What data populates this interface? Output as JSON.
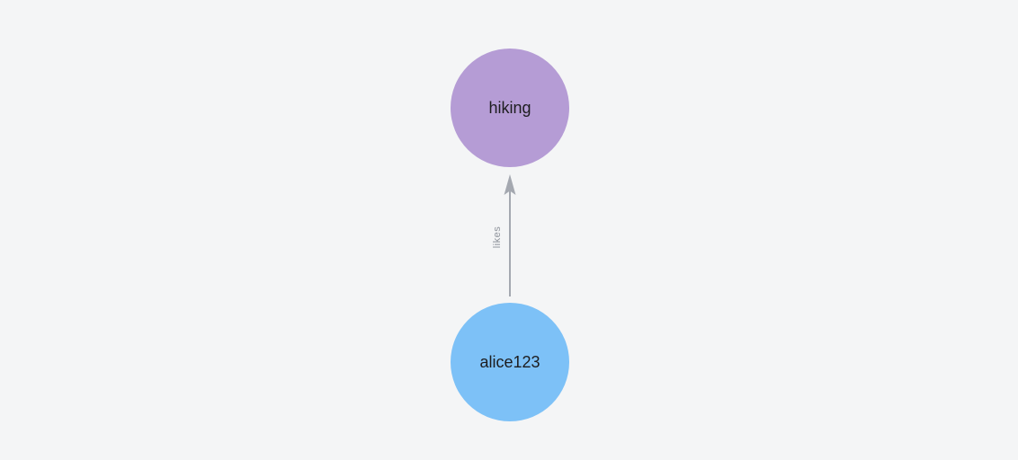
{
  "canvas": {
    "background_color": "#f4f5f6"
  },
  "graph": {
    "nodes": [
      {
        "id": "hiking",
        "label": "hiking",
        "color": "#b59cd5",
        "text_color": "#1d1d1f"
      },
      {
        "id": "alice123",
        "label": "alice123",
        "color": "#7dc1f7",
        "text_color": "#1d1d1f"
      }
    ],
    "edges": [
      {
        "from": "alice123",
        "to": "hiking",
        "label": "likes",
        "color": "#a4a8b0",
        "label_color": "#8d929a"
      }
    ]
  }
}
